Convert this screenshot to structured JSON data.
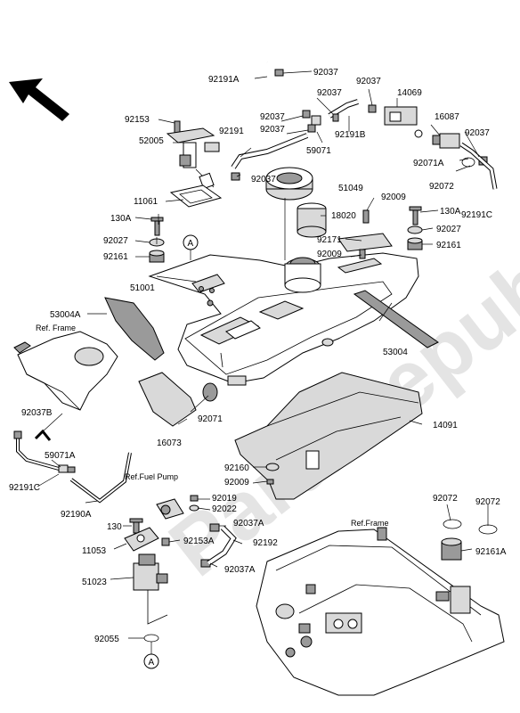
{
  "watermark": "PartsRepublik",
  "ref_labels": {
    "ref_frame_left": "Ref. Frame",
    "ref_fuel_pump": "Ref.Fuel Pump",
    "ref_frame_bottom": "Ref.Frame"
  },
  "markers": {
    "a_top": "A",
    "a_bottom": "A"
  },
  "part_labels": {
    "p92191A": "92191A",
    "p92037_a": "92037",
    "p92037_b": "92037",
    "p92037_c": "92037",
    "p92037_d": "92037",
    "p92037_e": "92037",
    "p92037_f": "92037",
    "p92037_g": "92037",
    "p14069": "14069",
    "p16087": "16087",
    "p92191B": "92191B",
    "p92071A": "92071A",
    "p59071": "59071",
    "p92072_top": "92072",
    "p92191C_right": "92191C",
    "p92153": "92153",
    "p52005": "52005",
    "p92191": "92191",
    "p11061": "11061",
    "p51049": "51049",
    "p92009_a": "92009",
    "p18020": "18020",
    "p130A_left": "130A",
    "p130A_right": "130A",
    "p92027_left": "92027",
    "p92027_right": "92027",
    "p92161_left": "92161",
    "p92161_right": "92161",
    "p92171": "92171",
    "p92009_b": "92009",
    "p51001": "51001",
    "p53004A": "53004A",
    "p53004": "53004",
    "p92037B": "92037B",
    "p92071": "92071",
    "p16073": "16073",
    "p14091": "14091",
    "p59071A": "59071A",
    "p92191C_left": "92191C",
    "p92190A": "92190A",
    "p92160": "92160",
    "p92009_c": "92009",
    "p92019": "92019",
    "p92022": "92022",
    "p130": "130",
    "p92037A_a": "92037A",
    "p11053": "11053",
    "p92153A": "92153A",
    "p92192": "92192",
    "p92037A_b": "92037A",
    "p51023": "51023",
    "p92055": "92055",
    "p92072_b1": "92072",
    "p92072_b2": "92072",
    "p92161A": "92161A"
  }
}
